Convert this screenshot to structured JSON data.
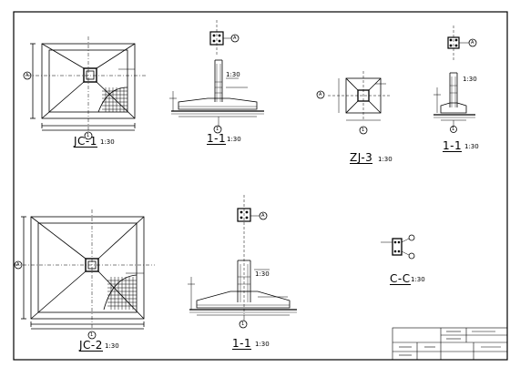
{
  "drawing": {
    "jc1": {
      "title": "JC-1",
      "scale": "1:30"
    },
    "sec1": {
      "title": "1-1",
      "scale": "1:30"
    },
    "zj3": {
      "title": "ZJ-3",
      "scale": "1:30"
    },
    "sec2": {
      "title": "1-1",
      "scale": "1:30"
    },
    "jc2": {
      "title": "JC-2",
      "scale": "1:30"
    },
    "sec3": {
      "title": "1-1",
      "scale": "1:30"
    },
    "cc": {
      "title": "C-C",
      "scale": "1:30"
    },
    "section_marker": "1",
    "grid_axis": "A",
    "elev_label": "1:30"
  },
  "title_block": {
    "label": ""
  }
}
